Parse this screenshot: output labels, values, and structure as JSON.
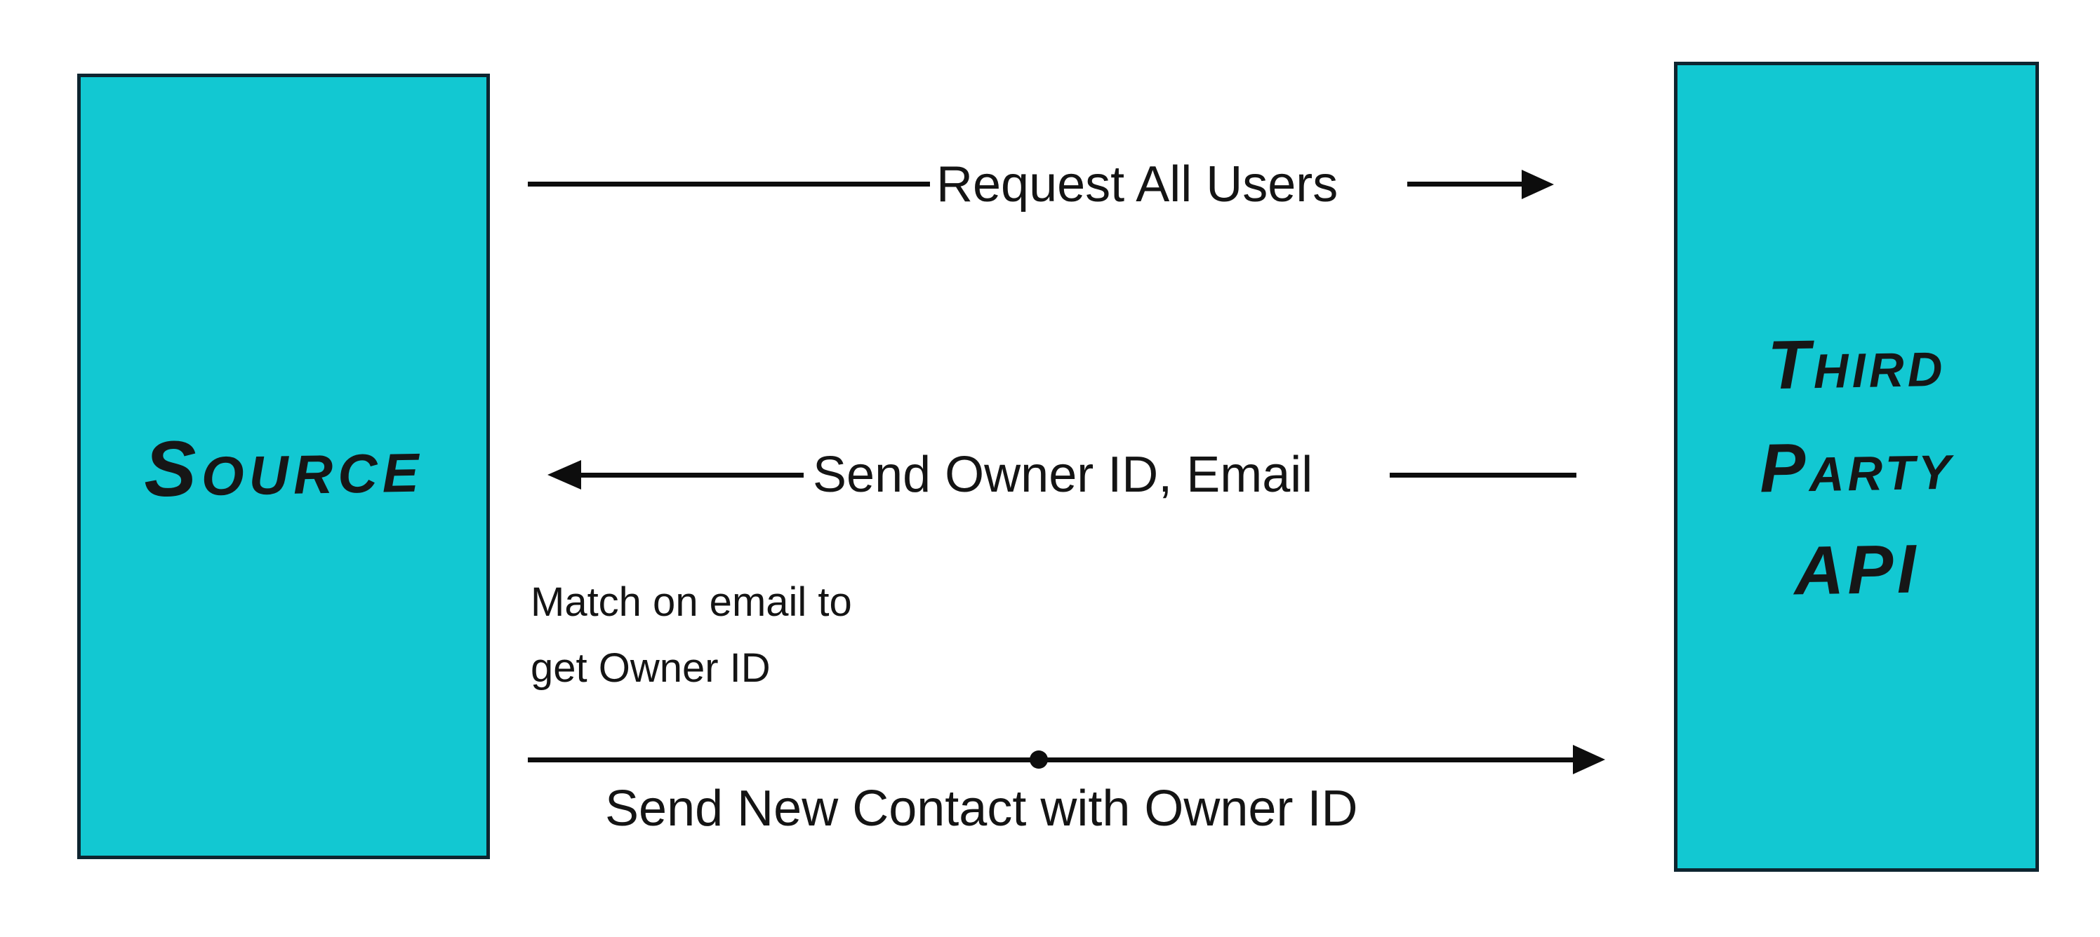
{
  "colors": {
    "box_fill": "#12C8D2",
    "box_border": "#0D2530",
    "arrow": "#0D0D0D",
    "text": "#141414"
  },
  "boxes": {
    "source": {
      "label": "Source"
    },
    "third_party": {
      "lines": [
        "Third",
        "Party",
        "API"
      ]
    }
  },
  "messages": [
    {
      "label": "Request All Users",
      "direction": "left-to-right"
    },
    {
      "label": "Send Owner ID, Email",
      "direction": "right-to-left"
    },
    {
      "label": "Send New Contact with Owner ID",
      "direction": "left-to-right"
    }
  ],
  "note": {
    "lines": [
      "Match on email to",
      "get Owner ID"
    ]
  }
}
